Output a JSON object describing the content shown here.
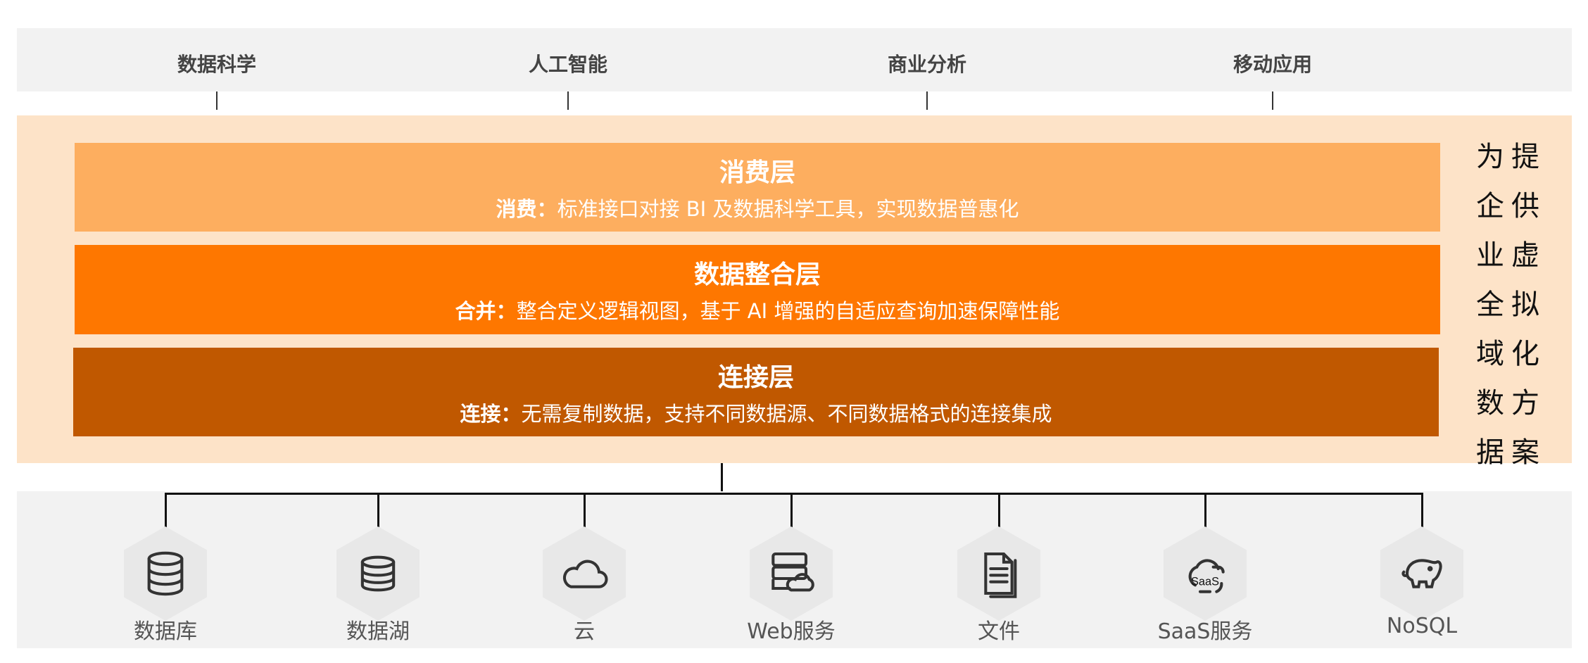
{
  "applications": [
    "数据科学",
    "人工智能",
    "商业分析",
    "移动应用"
  ],
  "layers": [
    {
      "title": "消费层",
      "desc_bold": "消费：",
      "desc": "标准接口对接 BI 及数据科学工具，实现数据普惠化",
      "color": "#fdae5f"
    },
    {
      "title": "数据整合层",
      "desc_bold": "合并：",
      "desc": "整合定义逻辑视图，基于 AI 增强的自适应查询加速保障性能",
      "color": "#fe7700"
    },
    {
      "title": "连接层",
      "desc_bold": "连接：",
      "desc": "无需复制数据，支持不同数据源、不同数据格式的连接集成",
      "color": "#c05800"
    }
  ],
  "side_text": {
    "col1": [
      "为",
      "企",
      "业",
      "全",
      "域",
      "数",
      "据"
    ],
    "col2": [
      "提",
      "供",
      "虚",
      "拟",
      "化",
      "方",
      "案"
    ]
  },
  "sources": [
    {
      "label": "数据库",
      "icon": "database-icon"
    },
    {
      "label": "数据湖",
      "icon": "data-lake-icon"
    },
    {
      "label": "云",
      "icon": "cloud-icon"
    },
    {
      "label": "Web服务",
      "icon": "web-server-icon"
    },
    {
      "label": "文件",
      "icon": "file-icon"
    },
    {
      "label": "SaaS服务",
      "icon": "saas-icon",
      "icon_text": "SaaS"
    },
    {
      "label": "NoSQL",
      "icon": "hadoop-elephant-icon"
    }
  ]
}
